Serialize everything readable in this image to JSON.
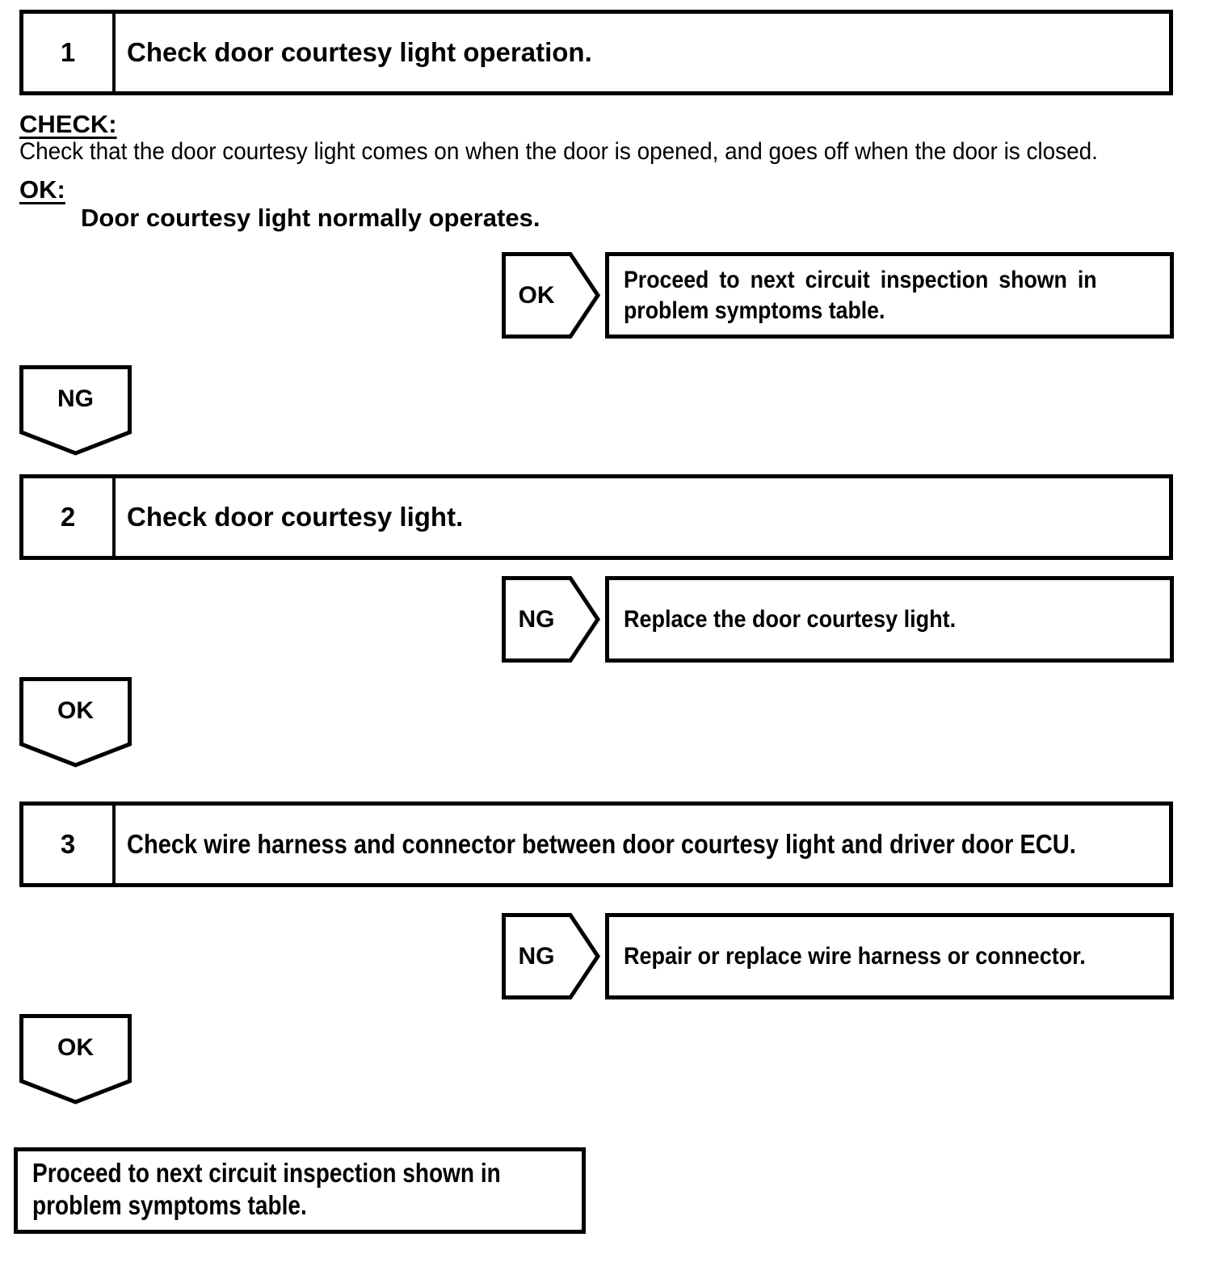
{
  "colors": {
    "ink": "#000000",
    "paper": "#ffffff"
  },
  "step1": {
    "number": "1",
    "title": "Check door courtesy light operation."
  },
  "check_section": {
    "label": "CHECK:",
    "text": "Check that the door courtesy light comes on when the door is opened, and goes off when the door is closed."
  },
  "ok_section": {
    "label": "OK:",
    "text": "Door courtesy light normally operates."
  },
  "branch1": {
    "arrow_label": "OK",
    "result": "Proceed to next circuit inspection shown in problem symptoms table."
  },
  "connector1": {
    "label": "NG"
  },
  "step2": {
    "number": "2",
    "title": "Check door courtesy light."
  },
  "branch2": {
    "arrow_label": "NG",
    "result": "Replace the door courtesy light."
  },
  "connector2": {
    "label": "OK"
  },
  "step3": {
    "number": "3",
    "title": "Check wire harness and connector between door courtesy light and driver door ECU."
  },
  "branch3": {
    "arrow_label": "NG",
    "result": "Repair or replace wire harness or connector."
  },
  "connector3": {
    "label": "OK"
  },
  "final_box": {
    "text": "Proceed to next circuit inspection shown in problem symptoms table."
  }
}
